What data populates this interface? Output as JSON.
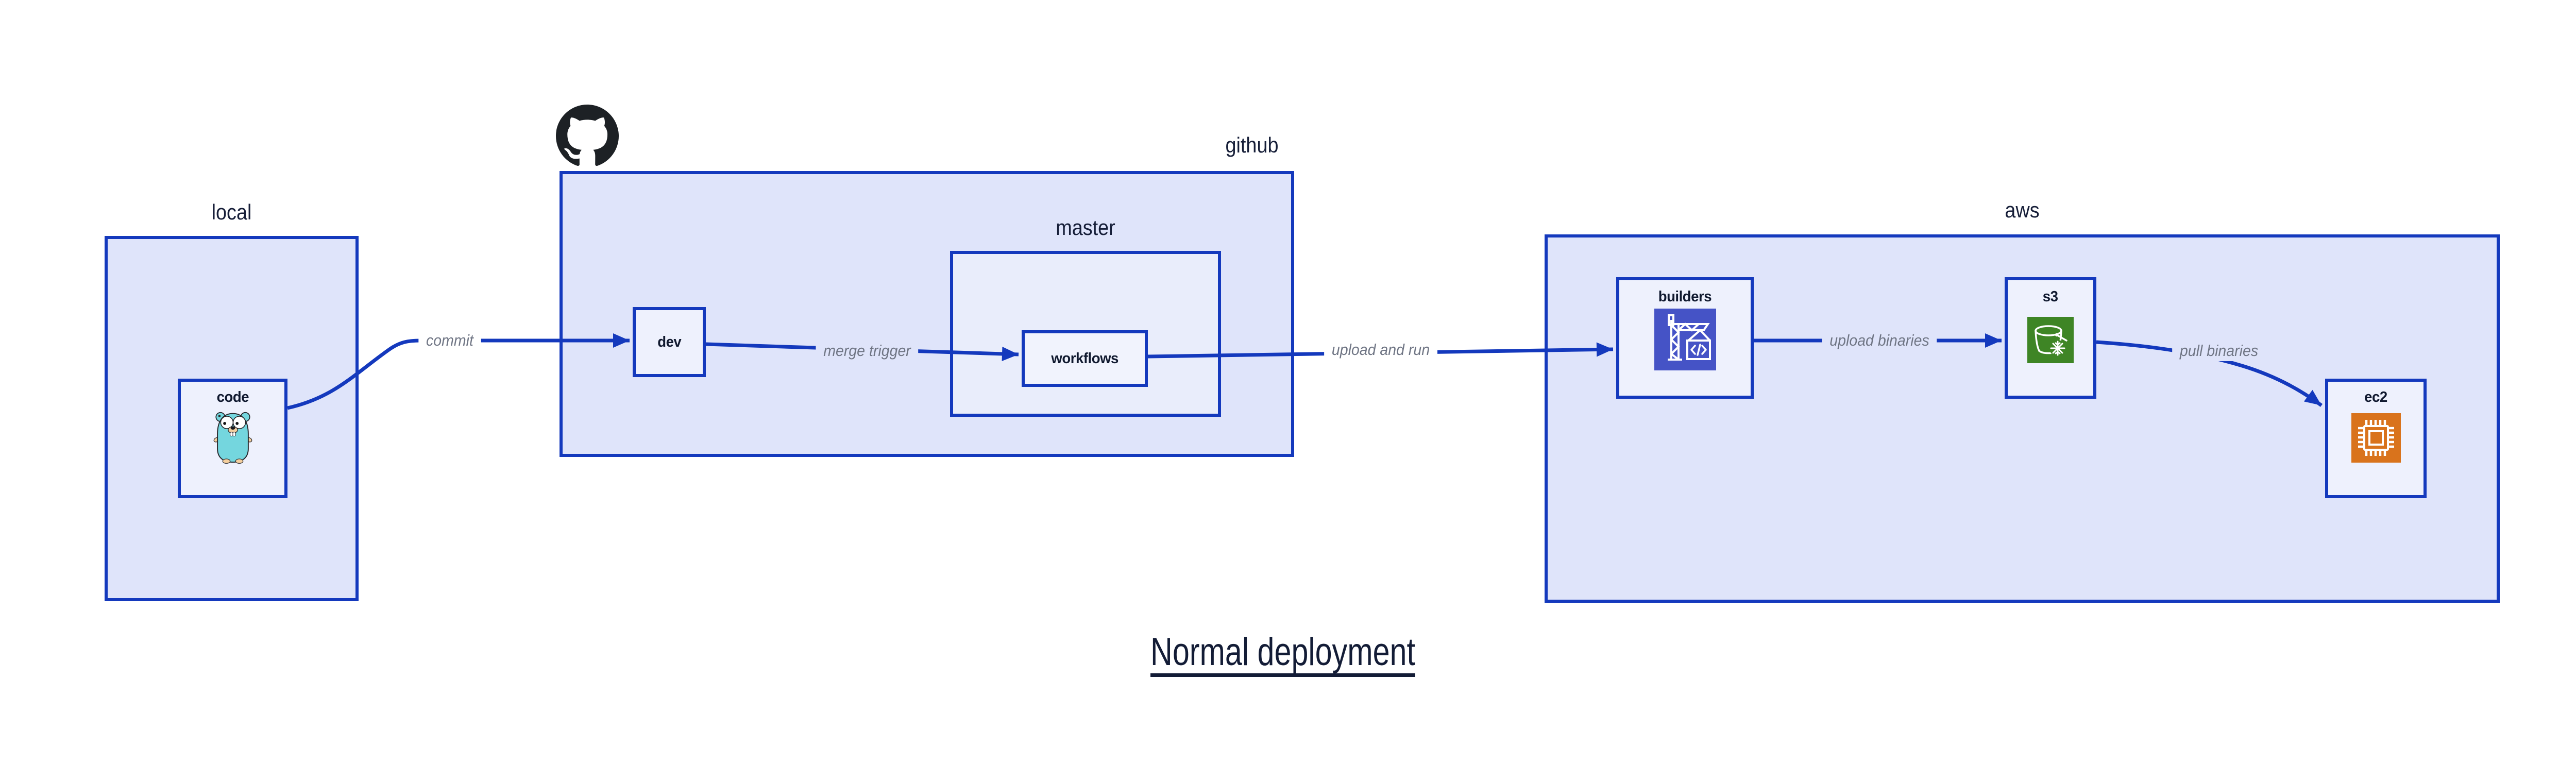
{
  "title": {
    "text": "Normal deployment"
  },
  "groups": {
    "local": {
      "label": "local"
    },
    "github": {
      "label": "github"
    },
    "master": {
      "label": "master"
    },
    "aws": {
      "label": "aws"
    }
  },
  "nodes": {
    "code": {
      "label": "code",
      "icon": "go-gopher-icon"
    },
    "dev": {
      "label": "dev"
    },
    "workflows": {
      "label": "workflows"
    },
    "builders": {
      "label": "builders",
      "icon": "codebuild-crane-icon"
    },
    "s3": {
      "label": "s3",
      "icon": "s3-bucket-snowflake-icon"
    },
    "ec2": {
      "label": "ec2",
      "icon": "ec2-chip-icon"
    }
  },
  "edges": {
    "commit": {
      "label": "commit",
      "from": "code",
      "to": "dev"
    },
    "merge_trigger": {
      "label": "merge trigger",
      "from": "dev",
      "to": "workflows"
    },
    "upload_and_run": {
      "label": "upload and run",
      "from": "workflows",
      "to": "builders"
    },
    "upload_binaries": {
      "label": "upload binaries",
      "from": "builders",
      "to": "s3"
    },
    "pull_binaries": {
      "label": "pull binaries",
      "from": "s3",
      "to": "ec2"
    }
  },
  "logo": {
    "name": "github-octocat-icon"
  },
  "colors": {
    "border_and_arrows": "#1439bd",
    "group_fill": "#dfe4fa",
    "subgroup_fill": "#e9edfb",
    "node_fill": "#eef1fd",
    "edge_label_gray": "#6f7584",
    "label_navy": "#10192f",
    "codebuild_bg": "#4553c6",
    "s3_bg": "#3e8525",
    "ec2_bg": "#d9731c",
    "gopher_teal": "#74d6de",
    "octocat_black": "#1d2125"
  }
}
